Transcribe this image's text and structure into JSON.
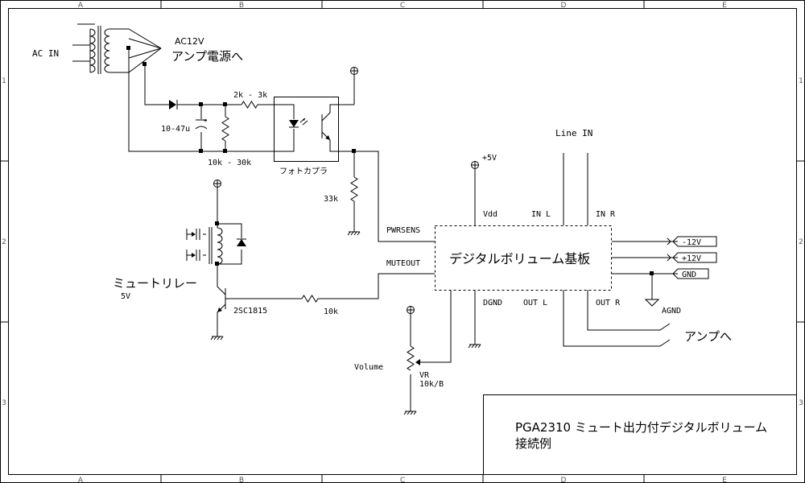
{
  "frame": {
    "col_labels": [
      "A",
      "B",
      "C",
      "D",
      "E"
    ],
    "row_labels": [
      "1",
      "2",
      "3"
    ]
  },
  "title_block": {
    "line1": "PGA2310 ミュート出力付デジタルボリューム",
    "line2": "接続例"
  },
  "labels": {
    "ac_in": "AC IN",
    "ac12v": "AC12V",
    "amp_power": "アンプ電源へ",
    "r_2k3k": "2k - 3k",
    "cap": "10-47u",
    "r_10k30k": "10k - 30k",
    "photocoupler": "フォトカプラ",
    "r_33k": "33k",
    "mute_relay": "ミュートリレー",
    "relay_5v": "5V",
    "transistor": "2SC1815",
    "r_10k": "10k",
    "plus5v": "+5V",
    "line_in": "Line IN",
    "pwrsens": "PWRSENS",
    "muteout": "MUTEOUT",
    "vdd": "Vdd",
    "in_l": "IN L",
    "in_r": "IN R",
    "board": "デジタルボリューム基板",
    "dgnd": "DGND",
    "out_l": "OUT L",
    "out_r": "OUT R",
    "to_amp": "アンプへ",
    "agnd": "AGND",
    "volume": "Volume",
    "vr": "VR",
    "vr_value": "10k/B",
    "port_m12v": "-12V",
    "port_p12v": "+12V",
    "port_gnd": "GND"
  }
}
